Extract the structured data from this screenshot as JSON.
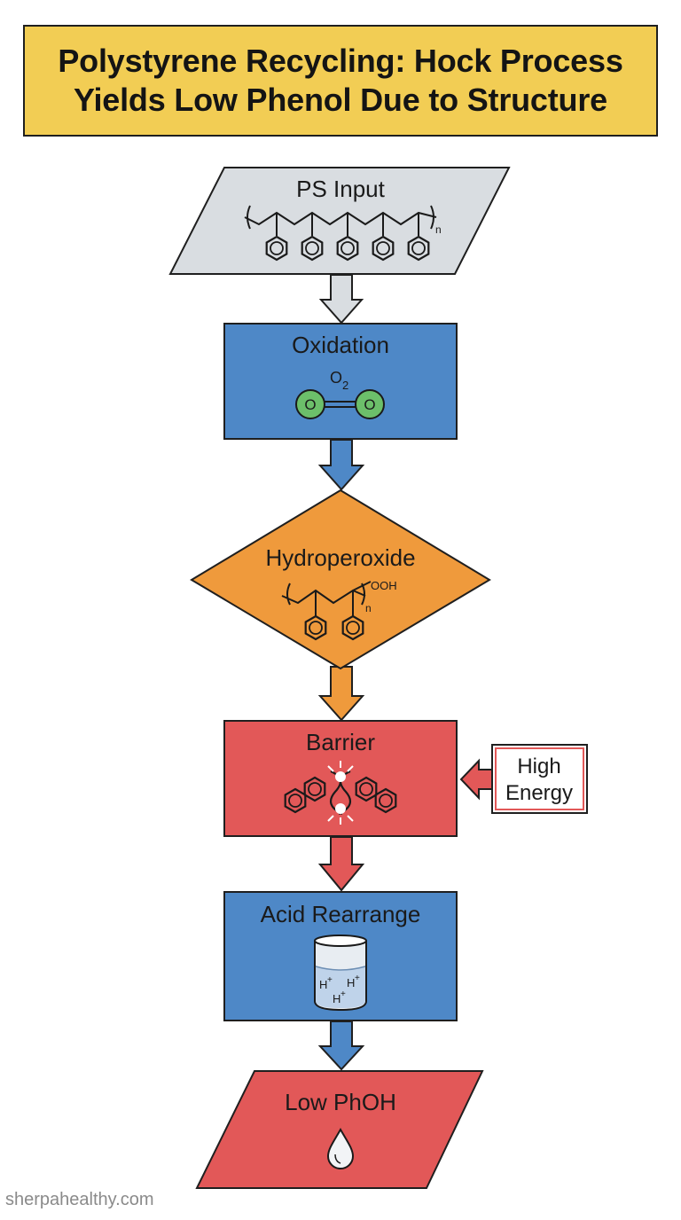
{
  "title": {
    "line1": "Polystyrene Recycling: Hock Process",
    "line2": "Yields Low Phenol Due to Structure"
  },
  "nodes": {
    "ps_input": {
      "label": "PS Input",
      "subscript": "n"
    },
    "oxidation": {
      "label": "Oxidation",
      "molecule": "O",
      "molecule_sub": "2",
      "atom1": "O",
      "atom2": "O"
    },
    "hydroperoxide": {
      "label": "Hydroperoxide",
      "group": "OOH",
      "subscript": "n"
    },
    "barrier": {
      "label": "Barrier"
    },
    "acid_rearrange": {
      "label": "Acid Rearrange",
      "ion": "H",
      "ion_sup": "+"
    },
    "low_phoh": {
      "label": "Low PhOH"
    }
  },
  "side_note": {
    "line1": "High",
    "line2": "Energy"
  },
  "watermark": "sherpahealthy.com",
  "colors": {
    "title_bg": "#f2cd54",
    "gray": "#d9dde1",
    "blue": "#4e88c7",
    "orange": "#ef9a3c",
    "red": "#e25858",
    "green": "#6cbf6a"
  }
}
